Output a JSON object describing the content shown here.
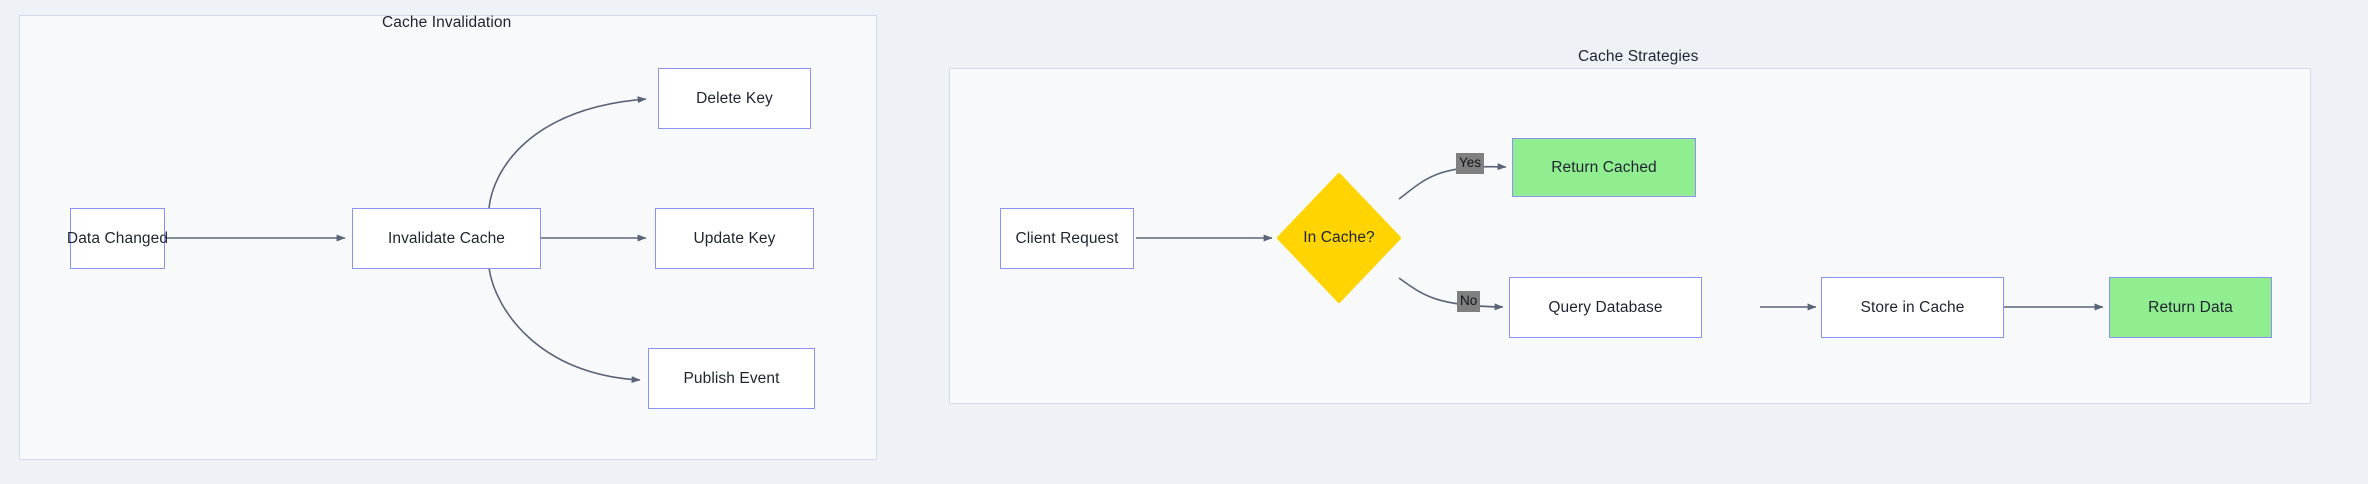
{
  "background_color": "#eef1f6",
  "theme": {
    "panel_bg": "#f8f9fb",
    "panel_border": "#d3dae6",
    "node_border": "#8a93f2",
    "node_bg": "#ffffff",
    "node_green_bg": "#90ee90",
    "decision_bg": "#ffd400",
    "edge_color": "#5a6478",
    "edge_label_bg": "#808080",
    "text_color": "#1f2430"
  },
  "diagram": {
    "type": "flowchart",
    "panels": [
      {
        "id": "cache-invalidation",
        "title": "Cache Invalidation",
        "nodes": [
          {
            "id": "data-changed",
            "label": "Data Changed",
            "shape": "rect",
            "style": "default"
          },
          {
            "id": "invalidate-cache",
            "label": "Invalidate Cache",
            "shape": "rect",
            "style": "default"
          },
          {
            "id": "delete-key",
            "label": "Delete Key",
            "shape": "rect",
            "style": "default"
          },
          {
            "id": "update-key",
            "label": "Update Key",
            "shape": "rect",
            "style": "default"
          },
          {
            "id": "publish-event",
            "label": "Publish Event",
            "shape": "rect",
            "style": "default"
          }
        ],
        "edges": [
          {
            "from": "data-changed",
            "to": "invalidate-cache",
            "label": ""
          },
          {
            "from": "invalidate-cache",
            "to": "delete-key",
            "label": ""
          },
          {
            "from": "invalidate-cache",
            "to": "update-key",
            "label": ""
          },
          {
            "from": "invalidate-cache",
            "to": "publish-event",
            "label": ""
          }
        ]
      },
      {
        "id": "cache-strategies",
        "title": "Cache Strategies",
        "nodes": [
          {
            "id": "client-request",
            "label": "Client Request",
            "shape": "rect",
            "style": "default"
          },
          {
            "id": "in-cache",
            "label": "In Cache?",
            "shape": "diamond",
            "style": "decision"
          },
          {
            "id": "return-cached",
            "label": "Return Cached",
            "shape": "rect",
            "style": "success"
          },
          {
            "id": "query-database",
            "label": "Query Database",
            "shape": "rect",
            "style": "default"
          },
          {
            "id": "store-in-cache",
            "label": "Store in Cache",
            "shape": "rect",
            "style": "default"
          },
          {
            "id": "return-data",
            "label": "Return Data",
            "shape": "rect",
            "style": "success"
          }
        ],
        "edges": [
          {
            "from": "client-request",
            "to": "in-cache",
            "label": ""
          },
          {
            "from": "in-cache",
            "to": "return-cached",
            "label": "Yes"
          },
          {
            "from": "in-cache",
            "to": "query-database",
            "label": "No"
          },
          {
            "from": "query-database",
            "to": "store-in-cache",
            "label": ""
          },
          {
            "from": "store-in-cache",
            "to": "return-data",
            "label": ""
          }
        ]
      }
    ]
  }
}
